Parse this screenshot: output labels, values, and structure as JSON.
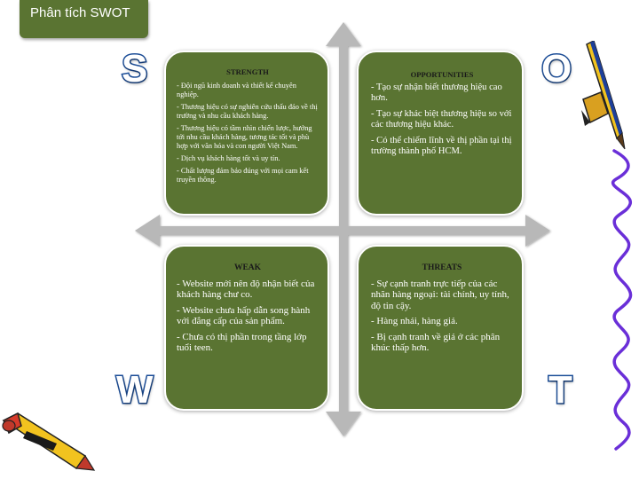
{
  "slide": {
    "title": "Phân tích SWOT",
    "colors": {
      "panel": "#5a7432",
      "axis": "#b8b8b8",
      "letter_stroke": "#1d4f9a"
    }
  },
  "letters": {
    "s": "S",
    "o": "O",
    "w": "W",
    "t": "T"
  },
  "quadrants": {
    "strength": {
      "title": "STRENGTH",
      "items": [
        "- Đội ngũ kinh doanh và thiết kế chuyên nghiệp.",
        "- Thương hiệu có sự nghiên cứu thấu đáo về thị trường và nhu cầu khách hàng.",
        "- Thương hiệu có tầm nhìn chiến lược, hướng tới nhu cầu khách hàng, tương tác tốt và phù hợp với văn hóa và con người Việt Nam.",
        "- Dịch vụ khách hàng tốt và uy tín.",
        "- Chất lượng đảm bảo đúng với mọi cam kết truyền thông."
      ]
    },
    "opportunities": {
      "title": "OPPORTUNITIES",
      "items": [
        "- Tạo sự nhận biết thương hiệu cao hơn.",
        "- Tạo sự khác biệt thương hiệu so với các thương hiệu khác.",
        "- Có thể chiếm lĩnh về thị phần tại thị trường thành phố HCM."
      ]
    },
    "weak": {
      "title": "WEAK",
      "items": [
        "- Website mới nên độ nhận biết của khách hàng chư co.",
        "- Website chưa hấp dẫn song hành với đẳng cấp của sản phẩm.",
        "- Chưa có thị phần trong tầng lớp tuổi teen."
      ]
    },
    "threats": {
      "title": "THREATS",
      "items": [
        "- Sự cạnh tranh trực tiếp của các nhãn hàng ngoại: tài chính, uy tính, độ tin cậy.",
        "- Hàng nhái, hàng giả.",
        "- Bị cạnh tranh về giá ở các phân khúc thấp hơn."
      ]
    }
  },
  "clipart": [
    "pen-icon",
    "squiggle-line",
    "pencil-icon"
  ]
}
